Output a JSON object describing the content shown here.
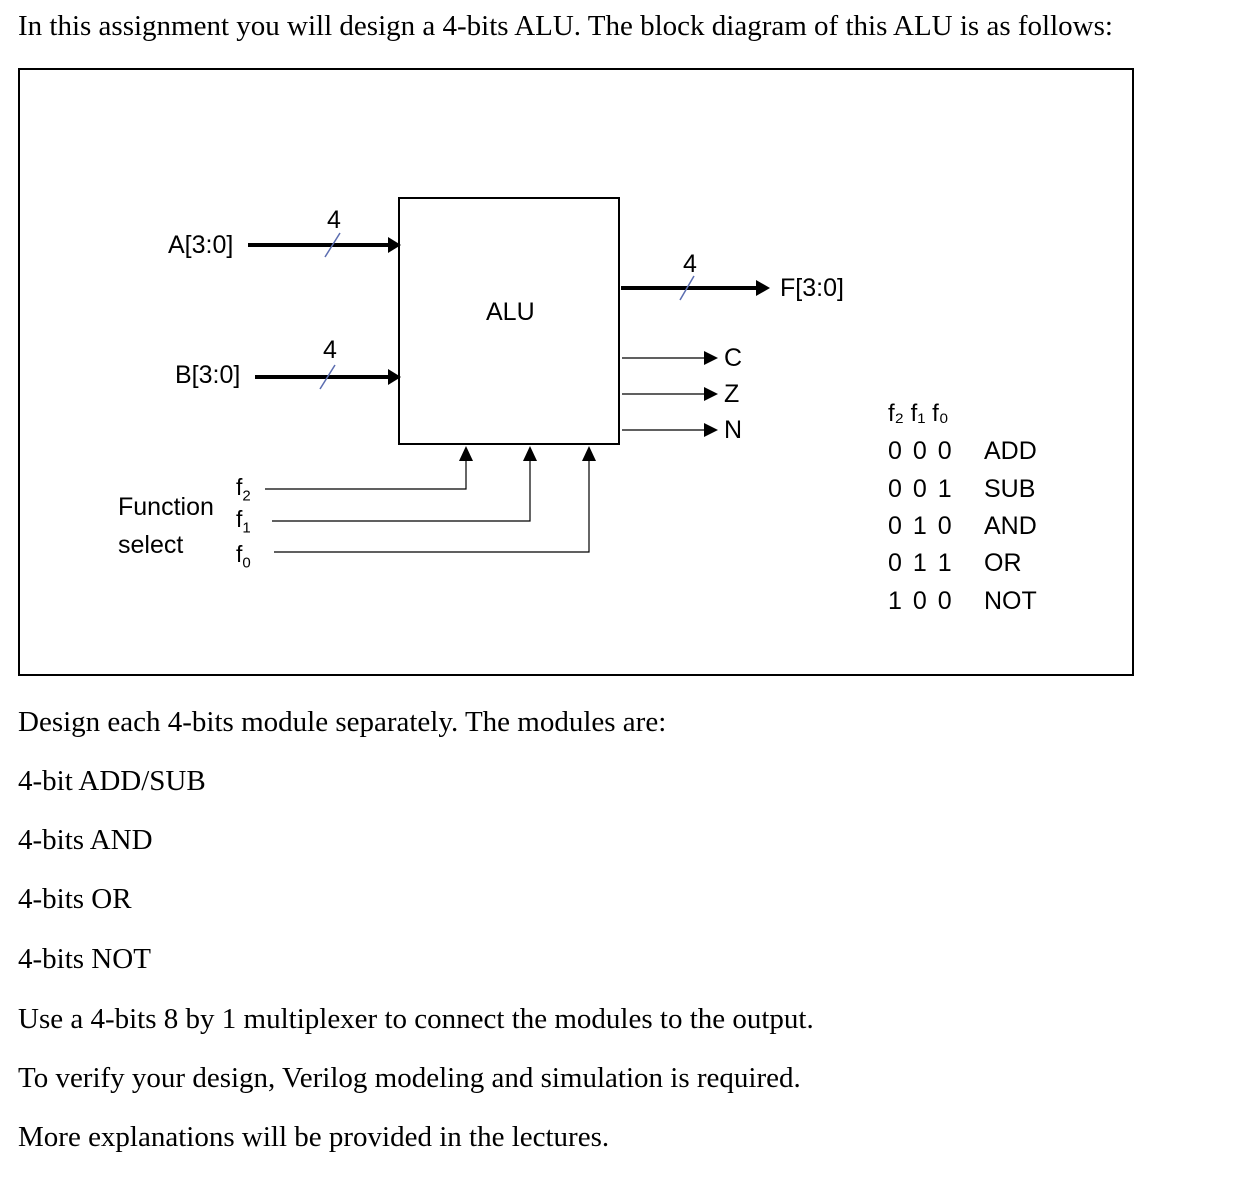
{
  "intro": "In this assignment you will design a 4-bits ALU. The block diagram of this ALU is as follows:",
  "diagram": {
    "inputs": [
      "A[3:0]",
      "B[3:0]"
    ],
    "bus_width": "4",
    "block_label": "ALU",
    "output": "F[3:0]",
    "flags": [
      "C",
      "Z",
      "N"
    ],
    "function_select": {
      "line1": "Function",
      "line2": "select"
    },
    "select_lines": [
      {
        "base": "f",
        "sub": "2"
      },
      {
        "base": "f",
        "sub": "1"
      },
      {
        "base": "f",
        "sub": "0"
      }
    ],
    "table": {
      "header": "f₂ f₁ f₀",
      "rows": [
        {
          "code": "0 0 0",
          "op": "ADD"
        },
        {
          "code": "0 0 1",
          "op": "SUB"
        },
        {
          "code": "0 1 0",
          "op": "AND"
        },
        {
          "code": "0 1 1",
          "op": "OR"
        },
        {
          "code": "1 0 0",
          "op": "NOT"
        }
      ]
    }
  },
  "body": {
    "modules_intro": "Design each 4-bits module separately. The modules are:",
    "modules": [
      "4-bit ADD/SUB",
      "4-bits AND",
      "4-bits OR",
      "4-bits NOT"
    ],
    "mux": "Use a 4-bits 8 by 1 multiplexer to connect the modules to the output.",
    "verify": "To verify your design, Verilog modeling and simulation is required.",
    "more": "More explanations will be provided in the lectures."
  }
}
